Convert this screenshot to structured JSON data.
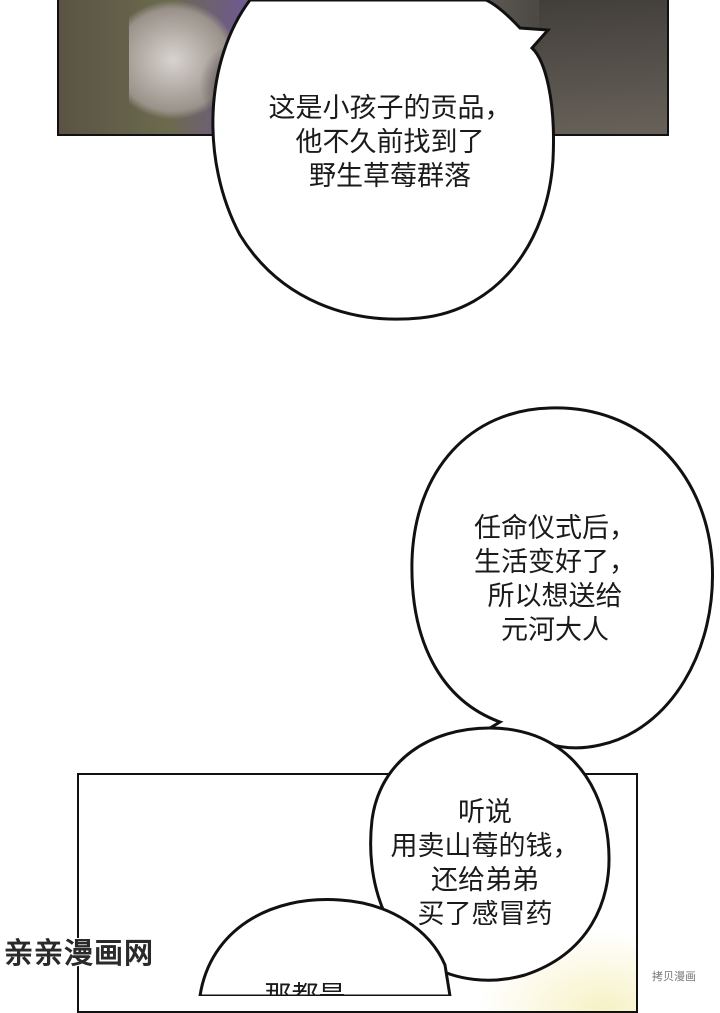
{
  "bubbles": [
    {
      "lines": [
        "这是小孩子的贡品，",
        "他不久前找到了",
        "野生草莓群落"
      ]
    },
    {
      "lines": [
        "任命仪式后，",
        "生活变好了，",
        "所以想送给",
        "元河大人"
      ]
    },
    {
      "lines": [
        "听说",
        "用卖山莓的钱，",
        "还给弟弟",
        "买了感冒药"
      ]
    },
    {
      "lines": [
        "那都是"
      ]
    }
  ],
  "watermark": "亲亲漫画网",
  "credit": "拷贝漫画"
}
